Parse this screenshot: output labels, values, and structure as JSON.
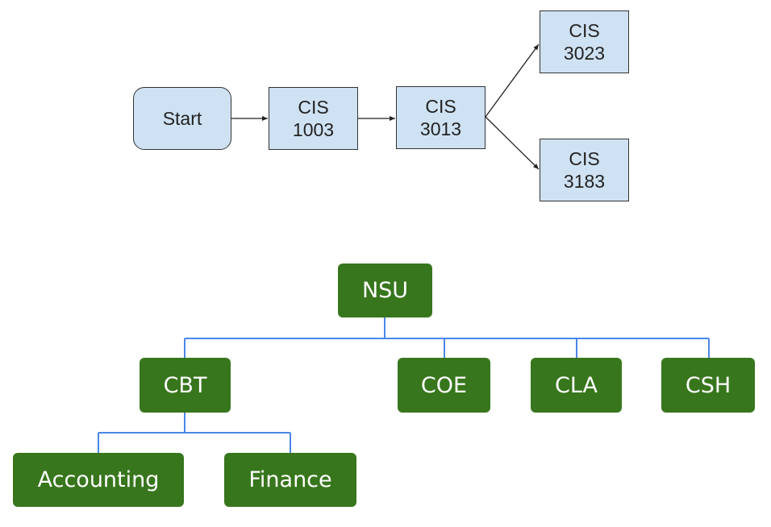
{
  "flowchart": {
    "nodes": [
      {
        "id": "start",
        "lines": [
          "Start"
        ],
        "shape": "rounded"
      },
      {
        "id": "cis1003",
        "lines": [
          "CIS",
          "1003"
        ],
        "shape": "rect"
      },
      {
        "id": "cis3013",
        "lines": [
          "CIS",
          "3013"
        ],
        "shape": "rect"
      },
      {
        "id": "cis3023",
        "lines": [
          "CIS",
          "3023"
        ],
        "shape": "rect"
      },
      {
        "id": "cis3183",
        "lines": [
          "CIS",
          "3183"
        ],
        "shape": "rect"
      }
    ],
    "edges": [
      {
        "from": "start",
        "to": "cis1003"
      },
      {
        "from": "cis1003",
        "to": "cis3013"
      },
      {
        "from": "cis3013",
        "to": "cis3023"
      },
      {
        "from": "cis3013",
        "to": "cis3183"
      }
    ],
    "colors": {
      "fill": "#cfe2f3",
      "stroke": "#333333"
    }
  },
  "org_chart": {
    "nodes": [
      {
        "id": "nsu",
        "label": "NSU"
      },
      {
        "id": "cbt",
        "label": "CBT",
        "parent": "nsu"
      },
      {
        "id": "coe",
        "label": "COE",
        "parent": "nsu"
      },
      {
        "id": "cla",
        "label": "CLA",
        "parent": "nsu"
      },
      {
        "id": "csh",
        "label": "CSH",
        "parent": "nsu"
      },
      {
        "id": "accounting",
        "label": "Accounting",
        "parent": "cbt"
      },
      {
        "id": "finance",
        "label": "Finance",
        "parent": "cbt"
      }
    ],
    "colors": {
      "fill": "#38761d",
      "connector": "#4a86e8",
      "text": "#ffffff"
    }
  }
}
